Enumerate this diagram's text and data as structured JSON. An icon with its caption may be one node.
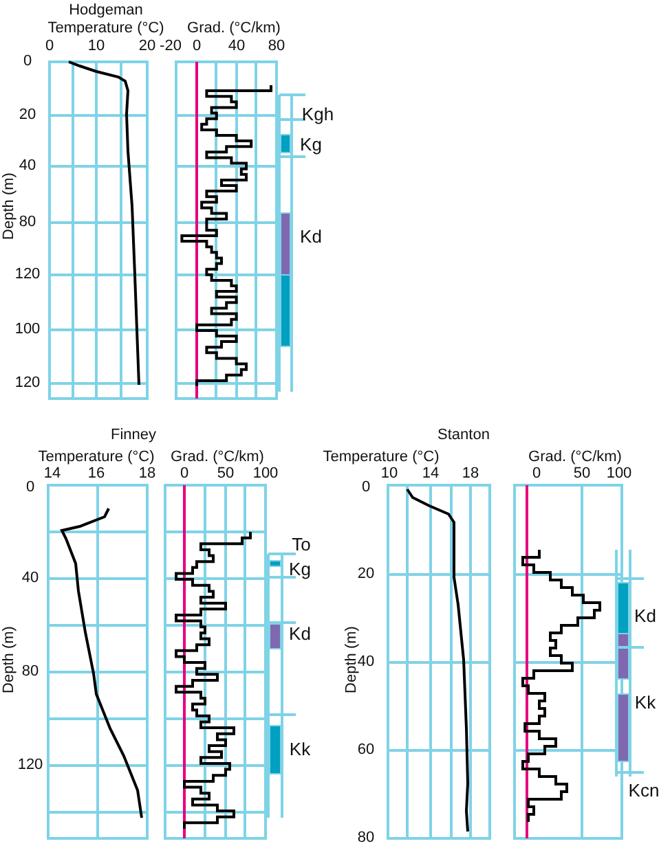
{
  "diagram": {
    "labels": [
      "Hodgeman",
      "Temperature (°C)",
      "Grad. (°C/km)",
      "0",
      "10",
      "20",
      "-20",
      "0",
      "40",
      "80",
      "0",
      "20",
      "Kgh",
      "Kg",
      "40",
      "Depth (m)",
      "80",
      "Kd",
      "120",
      "100",
      "120",
      "Finney",
      "Temperature (°C)",
      "Grad. (°C/km)",
      "14",
      "16",
      "18",
      "0",
      "50",
      "100",
      "0",
      "To",
      "40",
      "Kg",
      "Kd",
      "Depth (m)",
      "80",
      "Kk",
      "120",
      "Stanton",
      "Temperature (°C)",
      "Grad. (°C/km)",
      "10",
      "14",
      "18",
      "0",
      "50",
      "100",
      "0",
      "20",
      "Kd",
      "40",
      "Depth (m)",
      "Kk",
      "60",
      "Kcn",
      "80"
    ]
  }
}
